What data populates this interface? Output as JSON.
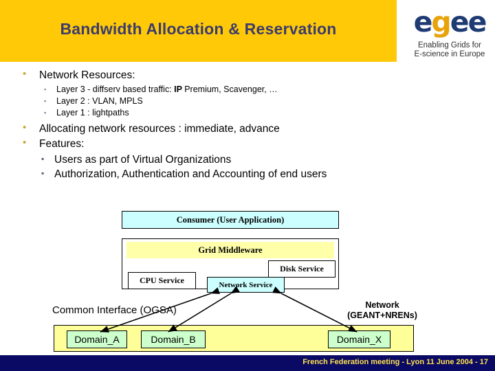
{
  "header": {
    "title": "Bandwidth Allocation & Reservation",
    "bar_color": "#FFC907",
    "title_color": "#3B3B6B"
  },
  "logo": {
    "word_part1": "e",
    "word_gold": "g",
    "word_part2": "ee",
    "tagline_line1": "Enabling Grids for",
    "tagline_line2": "E-science in Europe",
    "blue": "#1F3B73",
    "gold": "#E8A30C"
  },
  "content": {
    "bullets": [
      {
        "level": 1,
        "text": "Network Resources:"
      },
      {
        "level": 2,
        "text_pre": "Layer 3 - diffserv based traffic: ",
        "text_bold": "IP ",
        "text_post": "Premium, Scavenger, …"
      },
      {
        "level": 2,
        "text": "Layer 2 : VLAN, MPLS"
      },
      {
        "level": 2,
        "text": "Layer 1 : lightpaths"
      },
      {
        "level": 1,
        "text": "Allocating network resources : immediate, advance"
      },
      {
        "level": 1,
        "text": "Features:"
      },
      {
        "level": 2,
        "text": "Users as part of Virtual Organizations"
      },
      {
        "level": 2,
        "text": "Authorization, Authentication and Accounting of end users"
      }
    ]
  },
  "diagram": {
    "consumer_label": "Consumer (User Application)",
    "middleware_label": "Grid Middleware",
    "cpu_label": "CPU Service",
    "disk_label": "Disk Service",
    "network_label": "Network Service",
    "ogsa_label": "Common Interface (OGSA)",
    "network_caption_line1": "Network",
    "network_caption_line2": "(GEANT+NRENs)",
    "domains": [
      {
        "label": "Domain_A"
      },
      {
        "label": "Domain_B"
      },
      {
        "label": "Domain_X"
      }
    ],
    "colors": {
      "consumer_fill": "#CCFFFF",
      "middleware_fill": "#FFFFAA",
      "network_service_fill": "#CCFFFF",
      "domain_band_fill": "#FFFF99",
      "domain_box_fill": "#CCFFCC",
      "service_fill": "#FFFFFF",
      "outline": "#000000"
    }
  },
  "footer": {
    "text": "French Federation meeting - Lyon 11 June 2004 - 17",
    "bar_color": "#0A0A64",
    "text_color": "#FFE14D"
  }
}
